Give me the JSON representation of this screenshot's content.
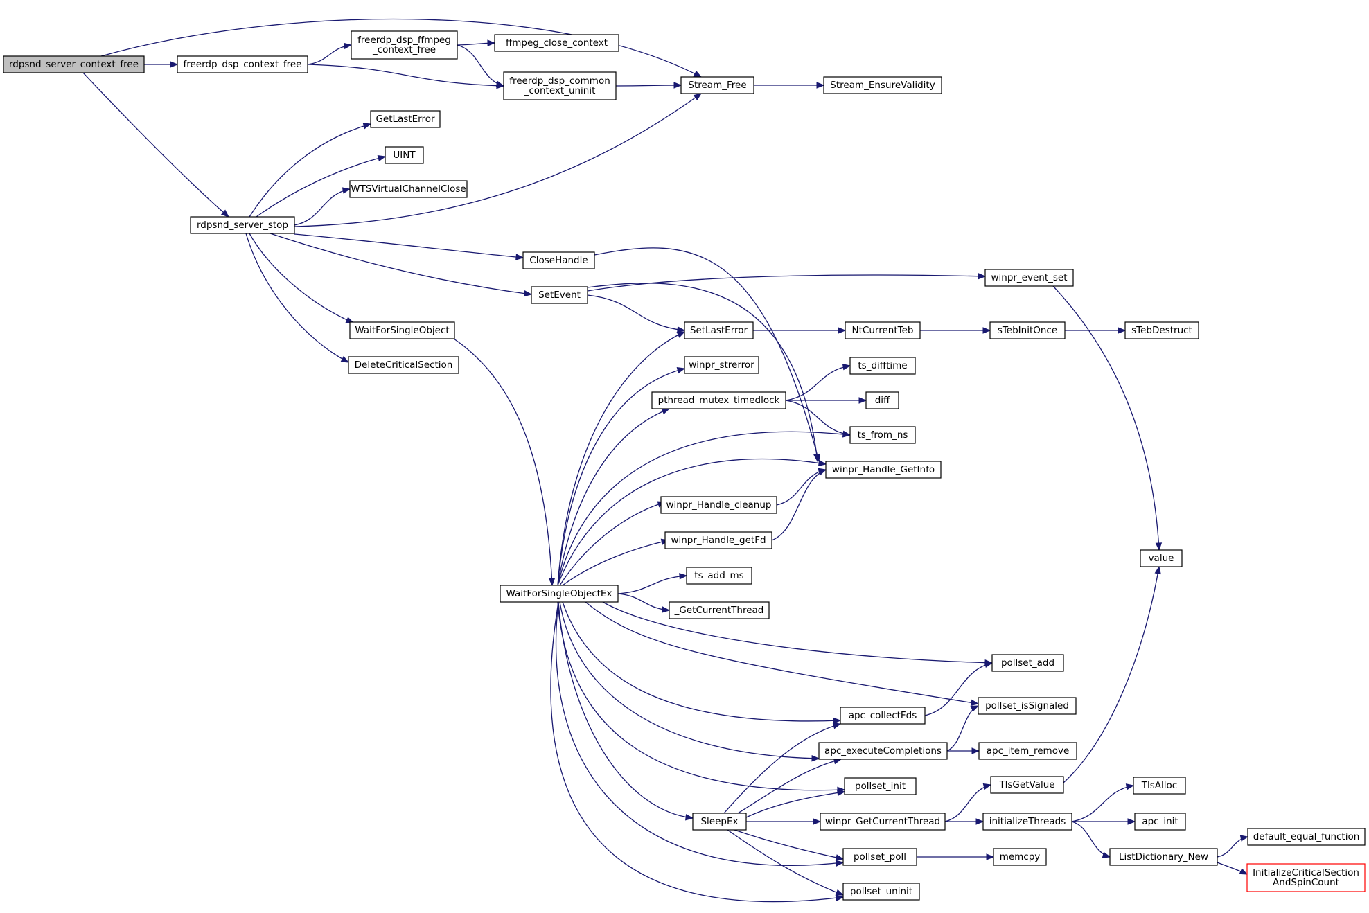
{
  "diagram": {
    "colors": {
      "edge": "#191970",
      "root_fill": "#bfbfbf",
      "border": "#000000",
      "highlight_border": "#ff0000"
    },
    "nodes": [
      {
        "id": "rdpsnd_server_context_free",
        "lines": [
          "rdpsnd_server_context_free"
        ],
        "root": true
      },
      {
        "id": "freerdp_dsp_context_free",
        "lines": [
          "freerdp_dsp_context_free"
        ]
      },
      {
        "id": "freerdp_dsp_ffmpeg_context_free",
        "lines": [
          "freerdp_dsp_ffmpeg",
          "_context_free"
        ]
      },
      {
        "id": "ffmpeg_close_context",
        "lines": [
          "ffmpeg_close_context"
        ]
      },
      {
        "id": "freerdp_dsp_common_context_uninit",
        "lines": [
          "freerdp_dsp_common",
          "_context_uninit"
        ]
      },
      {
        "id": "Stream_Free",
        "lines": [
          "Stream_Free"
        ]
      },
      {
        "id": "Stream_EnsureValidity",
        "lines": [
          "Stream_EnsureValidity"
        ]
      },
      {
        "id": "GetLastError",
        "lines": [
          "GetLastError"
        ]
      },
      {
        "id": "UINT",
        "lines": [
          "UINT"
        ]
      },
      {
        "id": "WTSVirtualChannelClose",
        "lines": [
          "WTSVirtualChannelClose"
        ]
      },
      {
        "id": "rdpsnd_server_stop",
        "lines": [
          "rdpsnd_server_stop"
        ]
      },
      {
        "id": "CloseHandle",
        "lines": [
          "CloseHandle"
        ]
      },
      {
        "id": "winpr_event_set",
        "lines": [
          "winpr_event_set"
        ]
      },
      {
        "id": "SetEvent",
        "lines": [
          "SetEvent"
        ]
      },
      {
        "id": "WaitForSingleObject",
        "lines": [
          "WaitForSingleObject"
        ]
      },
      {
        "id": "SetLastError",
        "lines": [
          "SetLastError"
        ]
      },
      {
        "id": "NtCurrentTeb",
        "lines": [
          "NtCurrentTeb"
        ]
      },
      {
        "id": "sTebInitOnce",
        "lines": [
          "sTebInitOnce"
        ]
      },
      {
        "id": "sTebDestruct",
        "lines": [
          "sTebDestruct"
        ]
      },
      {
        "id": "DeleteCriticalSection",
        "lines": [
          "DeleteCriticalSection"
        ]
      },
      {
        "id": "winpr_strerror",
        "lines": [
          "winpr_strerror"
        ]
      },
      {
        "id": "ts_difftime",
        "lines": [
          "ts_difftime"
        ]
      },
      {
        "id": "pthread_mutex_timedlock",
        "lines": [
          "pthread_mutex_timedlock"
        ]
      },
      {
        "id": "diff",
        "lines": [
          "diff"
        ]
      },
      {
        "id": "ts_from_ns",
        "lines": [
          "ts_from_ns"
        ]
      },
      {
        "id": "winpr_Handle_GetInfo",
        "lines": [
          "winpr_Handle_GetInfo"
        ]
      },
      {
        "id": "winpr_Handle_cleanup",
        "lines": [
          "winpr_Handle_cleanup"
        ]
      },
      {
        "id": "winpr_Handle_getFd",
        "lines": [
          "winpr_Handle_getFd"
        ]
      },
      {
        "id": "value",
        "lines": [
          "value"
        ]
      },
      {
        "id": "ts_add_ms",
        "lines": [
          "ts_add_ms"
        ]
      },
      {
        "id": "WaitForSingleObjectEx",
        "lines": [
          "WaitForSingleObjectEx"
        ]
      },
      {
        "id": "_GetCurrentThread",
        "lines": [
          "_GetCurrentThread"
        ]
      },
      {
        "id": "pollset_add",
        "lines": [
          "pollset_add"
        ]
      },
      {
        "id": "pollset_isSignaled",
        "lines": [
          "pollset_isSignaled"
        ]
      },
      {
        "id": "apc_collectFds",
        "lines": [
          "apc_collectFds"
        ]
      },
      {
        "id": "apc_executeCompletions",
        "lines": [
          "apc_executeCompletions"
        ]
      },
      {
        "id": "apc_item_remove",
        "lines": [
          "apc_item_remove"
        ]
      },
      {
        "id": "TlsGetValue",
        "lines": [
          "TlsGetValue"
        ]
      },
      {
        "id": "pollset_init",
        "lines": [
          "pollset_init"
        ]
      },
      {
        "id": "TlsAlloc",
        "lines": [
          "TlsAlloc"
        ]
      },
      {
        "id": "SleepEx",
        "lines": [
          "SleepEx"
        ]
      },
      {
        "id": "winpr_GetCurrentThread",
        "lines": [
          "winpr_GetCurrentThread"
        ]
      },
      {
        "id": "initializeThreads",
        "lines": [
          "initializeThreads"
        ]
      },
      {
        "id": "apc_init",
        "lines": [
          "apc_init"
        ]
      },
      {
        "id": "default_equal_function",
        "lines": [
          "default_equal_function"
        ]
      },
      {
        "id": "pollset_poll",
        "lines": [
          "pollset_poll"
        ]
      },
      {
        "id": "memcpy",
        "lines": [
          "memcpy"
        ]
      },
      {
        "id": "ListDictionary_New",
        "lines": [
          "ListDictionary_New"
        ]
      },
      {
        "id": "InitializeCriticalSectionAndSpinCount",
        "lines": [
          "InitializeCriticalSection",
          "AndSpinCount"
        ],
        "highlight": true
      },
      {
        "id": "pollset_uninit",
        "lines": [
          "pollset_uninit"
        ]
      }
    ],
    "edges": [
      {
        "from": "rdpsnd_server_context_free",
        "to": "freerdp_dsp_context_free"
      },
      {
        "from": "rdpsnd_server_context_free",
        "to": "Stream_Free"
      },
      {
        "from": "rdpsnd_server_context_free",
        "to": "rdpsnd_server_stop"
      },
      {
        "from": "freerdp_dsp_context_free",
        "to": "freerdp_dsp_ffmpeg_context_free"
      },
      {
        "from": "freerdp_dsp_context_free",
        "to": "freerdp_dsp_common_context_uninit"
      },
      {
        "from": "freerdp_dsp_ffmpeg_context_free",
        "to": "ffmpeg_close_context"
      },
      {
        "from": "freerdp_dsp_ffmpeg_context_free",
        "to": "freerdp_dsp_common_context_uninit"
      },
      {
        "from": "freerdp_dsp_common_context_uninit",
        "to": "Stream_Free"
      },
      {
        "from": "Stream_Free",
        "to": "Stream_EnsureValidity"
      },
      {
        "from": "rdpsnd_server_stop",
        "to": "GetLastError"
      },
      {
        "from": "rdpsnd_server_stop",
        "to": "UINT"
      },
      {
        "from": "rdpsnd_server_stop",
        "to": "WTSVirtualChannelClose"
      },
      {
        "from": "rdpsnd_server_stop",
        "to": "Stream_Free"
      },
      {
        "from": "rdpsnd_server_stop",
        "to": "CloseHandle"
      },
      {
        "from": "rdpsnd_server_stop",
        "to": "SetEvent"
      },
      {
        "from": "rdpsnd_server_stop",
        "to": "WaitForSingleObject"
      },
      {
        "from": "rdpsnd_server_stop",
        "to": "DeleteCriticalSection"
      },
      {
        "from": "CloseHandle",
        "to": "winpr_Handle_GetInfo"
      },
      {
        "from": "SetEvent",
        "to": "winpr_event_set"
      },
      {
        "from": "SetEvent",
        "to": "SetLastError"
      },
      {
        "from": "SetEvent",
        "to": "winpr_Handle_GetInfo"
      },
      {
        "from": "winpr_event_set",
        "to": "value"
      },
      {
        "from": "WaitForSingleObject",
        "to": "WaitForSingleObjectEx"
      },
      {
        "from": "SetLastError",
        "to": "NtCurrentTeb"
      },
      {
        "from": "NtCurrentTeb",
        "to": "sTebInitOnce"
      },
      {
        "from": "sTebInitOnce",
        "to": "sTebDestruct"
      },
      {
        "from": "pthread_mutex_timedlock",
        "to": "ts_difftime"
      },
      {
        "from": "pthread_mutex_timedlock",
        "to": "diff"
      },
      {
        "from": "pthread_mutex_timedlock",
        "to": "ts_from_ns"
      },
      {
        "from": "winpr_Handle_cleanup",
        "to": "winpr_Handle_GetInfo"
      },
      {
        "from": "winpr_Handle_getFd",
        "to": "winpr_Handle_GetInfo"
      },
      {
        "from": "WaitForSingleObjectEx",
        "to": "SetLastError"
      },
      {
        "from": "WaitForSingleObjectEx",
        "to": "winpr_strerror"
      },
      {
        "from": "WaitForSingleObjectEx",
        "to": "pthread_mutex_timedlock"
      },
      {
        "from": "WaitForSingleObjectEx",
        "to": "ts_from_ns"
      },
      {
        "from": "WaitForSingleObjectEx",
        "to": "winpr_Handle_GetInfo"
      },
      {
        "from": "WaitForSingleObjectEx",
        "to": "winpr_Handle_cleanup"
      },
      {
        "from": "WaitForSingleObjectEx",
        "to": "winpr_Handle_getFd"
      },
      {
        "from": "WaitForSingleObjectEx",
        "to": "ts_add_ms"
      },
      {
        "from": "WaitForSingleObjectEx",
        "to": "_GetCurrentThread"
      },
      {
        "from": "WaitForSingleObjectEx",
        "to": "pollset_add"
      },
      {
        "from": "WaitForSingleObjectEx",
        "to": "pollset_isSignaled"
      },
      {
        "from": "WaitForSingleObjectEx",
        "to": "apc_collectFds"
      },
      {
        "from": "WaitForSingleObjectEx",
        "to": "apc_executeCompletions"
      },
      {
        "from": "WaitForSingleObjectEx",
        "to": "pollset_init"
      },
      {
        "from": "WaitForSingleObjectEx",
        "to": "SleepEx"
      },
      {
        "from": "WaitForSingleObjectEx",
        "to": "pollset_poll"
      },
      {
        "from": "WaitForSingleObjectEx",
        "to": "pollset_uninit"
      },
      {
        "from": "apc_collectFds",
        "to": "pollset_add"
      },
      {
        "from": "apc_executeCompletions",
        "to": "pollset_isSignaled"
      },
      {
        "from": "apc_executeCompletions",
        "to": "apc_item_remove"
      },
      {
        "from": "SleepEx",
        "to": "apc_collectFds"
      },
      {
        "from": "SleepEx",
        "to": "apc_executeCompletions"
      },
      {
        "from": "SleepEx",
        "to": "pollset_init"
      },
      {
        "from": "SleepEx",
        "to": "winpr_GetCurrentThread"
      },
      {
        "from": "SleepEx",
        "to": "pollset_poll"
      },
      {
        "from": "SleepEx",
        "to": "pollset_uninit"
      },
      {
        "from": "winpr_GetCurrentThread",
        "to": "TlsGetValue"
      },
      {
        "from": "winpr_GetCurrentThread",
        "to": "initializeThreads"
      },
      {
        "from": "TlsGetValue",
        "to": "value"
      },
      {
        "from": "initializeThreads",
        "to": "TlsAlloc"
      },
      {
        "from": "initializeThreads",
        "to": "apc_init"
      },
      {
        "from": "initializeThreads",
        "to": "ListDictionary_New"
      },
      {
        "from": "ListDictionary_New",
        "to": "default_equal_function"
      },
      {
        "from": "ListDictionary_New",
        "to": "InitializeCriticalSectionAndSpinCount"
      },
      {
        "from": "pollset_poll",
        "to": "memcpy"
      }
    ]
  }
}
